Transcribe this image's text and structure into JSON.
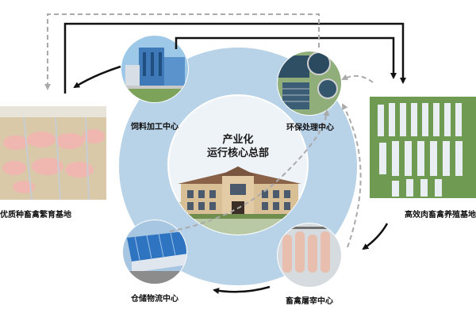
{
  "center": {
    "title_line1": "产业化",
    "title_line2": "运行核心总部"
  },
  "nodes": {
    "feed": "饲料加工中心",
    "env": "环保处理中心",
    "storage": "仓储物流中心",
    "slaughter": "畜禽屠宰中心",
    "breeding": "优质种畜禽繁育基地",
    "farming": "高效肉畜禽养殖基地"
  },
  "colors": {
    "ring": "#b8d2e8",
    "core": "#eef3f8",
    "arrow_solid": "#111111",
    "arrow_dashed": "#aaaaaa"
  }
}
